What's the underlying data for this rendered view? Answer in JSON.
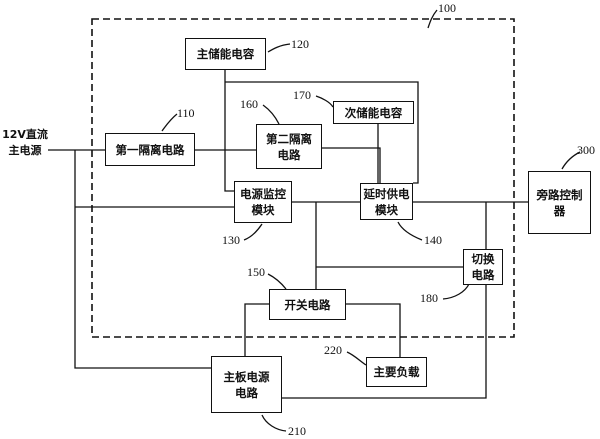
{
  "power_source": {
    "line1": "12V直流",
    "line2": "主电源"
  },
  "blocks": {
    "system": {
      "ref": "100"
    },
    "main_capacitor": {
      "label": "主储能电容",
      "ref": "120"
    },
    "isolation_1": {
      "label": "第一隔离电路",
      "ref": "110"
    },
    "isolation_2": {
      "line1": "第二隔离",
      "line2": "电路",
      "ref": "160"
    },
    "sub_capacitor": {
      "label": "次储能电容",
      "ref": "170"
    },
    "power_monitor": {
      "line1": "电源监控",
      "line2": "模块",
      "ref": "130"
    },
    "delay_supply": {
      "line1": "延时供电",
      "line2": "模块",
      "ref": "140"
    },
    "bypass_control": {
      "line1": "旁路控制",
      "line2": "器",
      "ref": "300"
    },
    "switch_circuit": {
      "label": "开关电路",
      "ref": "150"
    },
    "changeover": {
      "line1": "切换",
      "line2": "电路",
      "ref": "180"
    },
    "main_load": {
      "label": "主要负载",
      "ref": "220"
    },
    "mainboard_power": {
      "line1": "主板电源",
      "line2": "电路",
      "ref": "210"
    }
  },
  "colors": {
    "line": "#111111",
    "background": "#ffffff"
  }
}
